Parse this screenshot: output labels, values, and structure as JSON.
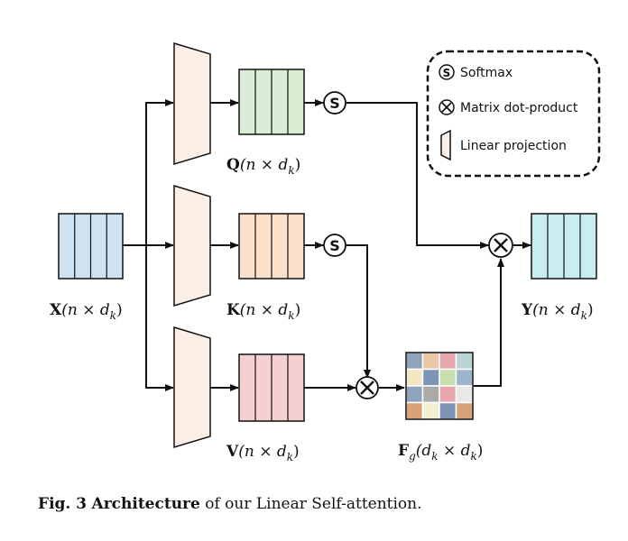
{
  "diagram": {
    "nodes": {
      "x": {
        "name": "X",
        "dims": "(n × d",
        "sub": "k",
        "close": ")"
      },
      "q": {
        "name": "Q",
        "dims": "(n × d",
        "sub": "k",
        "close": ")"
      },
      "k": {
        "name": "K",
        "dims": "(n × d",
        "sub": "k",
        "close": ")"
      },
      "v": {
        "name": "V",
        "dims": "(n × d",
        "sub": "k",
        "close": ")"
      },
      "y": {
        "name": "Y",
        "dims": "(n × d",
        "sub": "k",
        "close": ")"
      },
      "fg": {
        "name": "F",
        "name_sub": "g",
        "dims_a": "(d",
        "sub_a": "k",
        "dims_b": " × d",
        "sub_b": "k",
        "close": ")"
      }
    },
    "operators": {
      "softmax_symbol": "S",
      "dot_symbol": "×"
    },
    "legend": {
      "items": [
        {
          "symbol": "S",
          "label": "Softmax"
        },
        {
          "symbol": "×",
          "label": "Matrix dot-product"
        },
        {
          "symbol": "",
          "label": "Linear projection"
        }
      ]
    },
    "colors": {
      "x": "#cfe2f3",
      "q": "#d9ecd4",
      "k": "#fbe1cc",
      "v": "#f4d0d3",
      "y": "#c9edf1",
      "projection": "#fcefe6",
      "fg_grid": [
        "#8fa3bd",
        "#e9c8a5",
        "#e7a7ad",
        "#b9d4d2",
        "#f3e7c3",
        "#7d95b4",
        "#c7dfae",
        "#9eb4cc",
        "#8fa3bd",
        "#aaaaaa",
        "#e7a7ad",
        "#e8e8e8",
        "#d9a37a",
        "#f5efd2",
        "#7d95b4",
        "#d9a37a"
      ]
    }
  },
  "caption": {
    "fig": "Fig. 3",
    "bold": "Architecture",
    "rest": " of our Linear Self-attention."
  }
}
